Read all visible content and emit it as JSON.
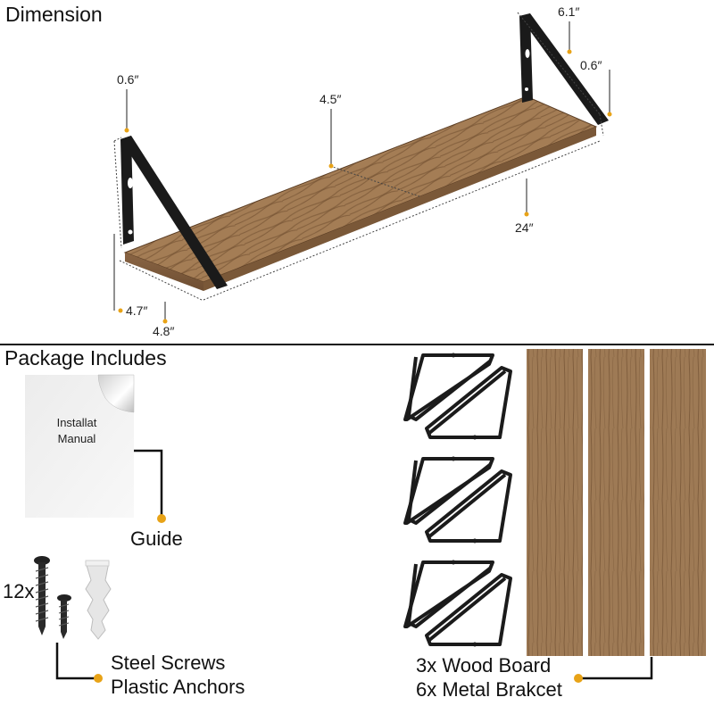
{
  "sections": {
    "dimension_title": "Dimension",
    "package_title": "Package Includes"
  },
  "dimensions": {
    "bracket_thickness_left": "0.6″",
    "board_depth": "4.5″",
    "bracket_width": "6.1″",
    "bracket_thickness_right": "0.6″",
    "board_length": "24″",
    "bracket_height": "4.7″",
    "bracket_depth": "4.8″"
  },
  "package": {
    "manual_line1": "Installat",
    "manual_line2": "Manual",
    "guide_label": "Guide",
    "screws_count": "12x",
    "screws_label": "Steel Screws",
    "anchors_label": "Plastic Anchors",
    "boards_label": "3x Wood Board",
    "brackets_label": "6x Metal Brakcet"
  },
  "colors": {
    "accent_dot": "#e8a317",
    "wood": "#9c7650",
    "metal": "#1a1a1a"
  }
}
